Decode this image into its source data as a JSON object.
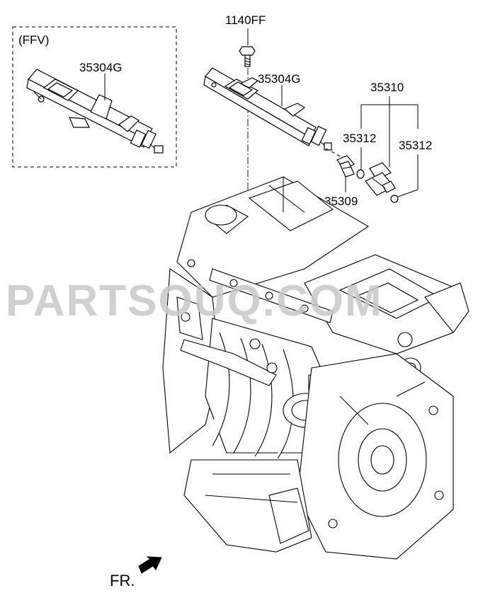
{
  "diagram": {
    "ffv_label": "(FFV)",
    "part_numbers": {
      "bolt": "1140FF",
      "rail_ffv": "35304G",
      "rail_main": "35304G",
      "injector": "35310",
      "oring_left": "35312",
      "oring_right": "35312",
      "sensor": "35309"
    },
    "direction_label": "FR.",
    "watermark": "PARTSOUQ.COM"
  }
}
